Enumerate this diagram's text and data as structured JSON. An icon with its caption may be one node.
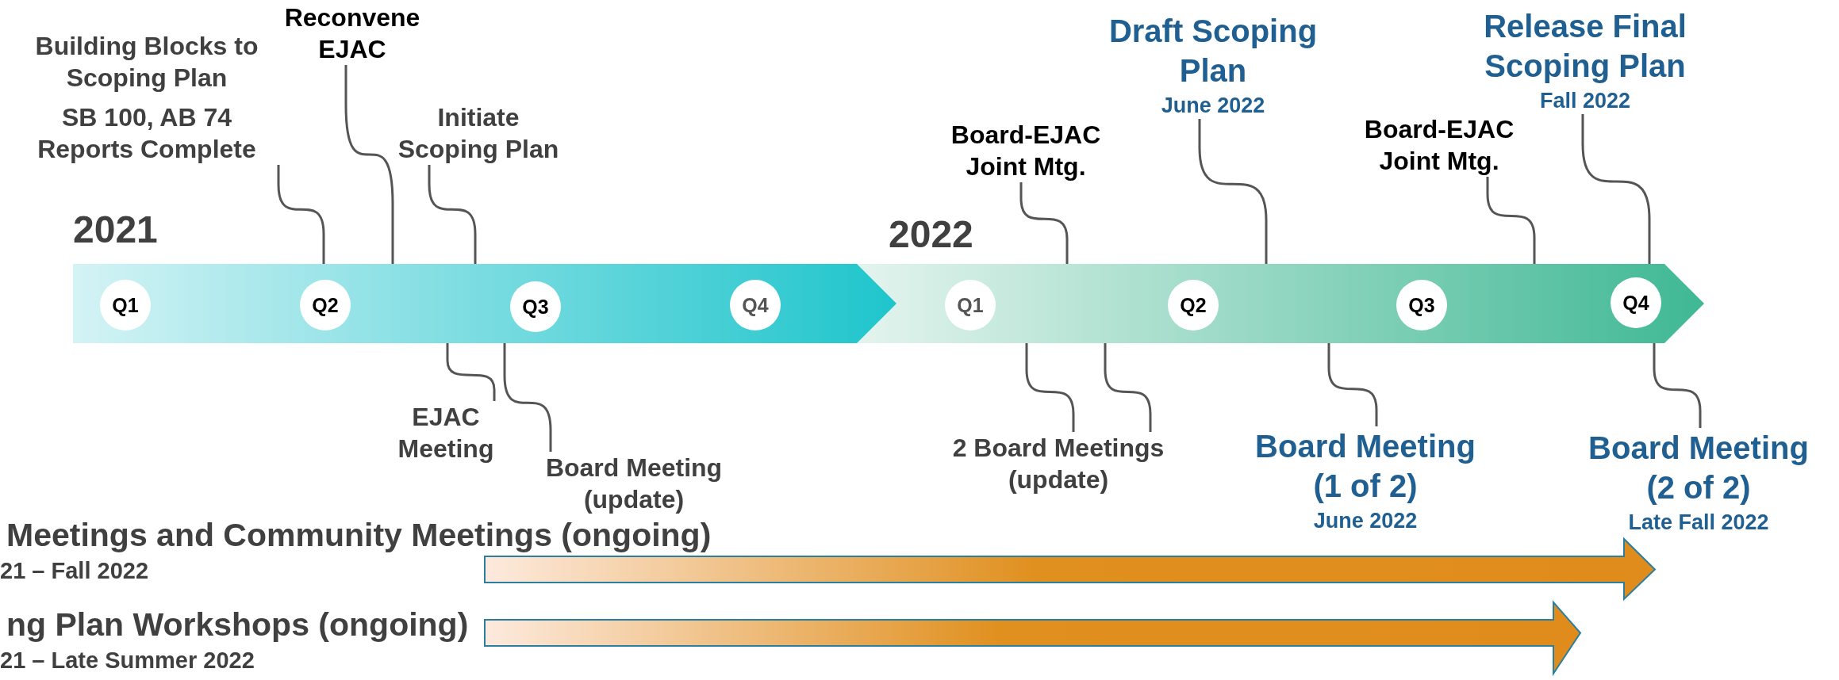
{
  "diagram": {
    "nodes": [
      {
        "text": [
          "2021"
        ]
      },
      {
        "text": [
          "Q1"
        ],
        "in": 0
      },
      {
        "text": [
          "Q2"
        ],
        "in": 0
      },
      {
        "text": [
          "Q3"
        ],
        "in": 0
      },
      {
        "text": [
          "Q4"
        ],
        "in": 0
      },
      {
        "text": [
          "2022"
        ]
      },
      {
        "text": [
          "Q1"
        ],
        "in": 5
      },
      {
        "text": [
          "Q2"
        ],
        "in": 5
      },
      {
        "text": [
          "Q3"
        ],
        "in": 5
      },
      {
        "text": [
          "Q4"
        ],
        "in": 5
      },
      {
        "text": [
          "Building Blocks to Scoping Plan",
          "SB 100, AB 74 Reports Complete"
        ]
      },
      {
        "text": [
          "Reconvene EJAC"
        ]
      },
      {
        "text": [
          "Initiate Scoping Plan"
        ]
      },
      {
        "text": [
          "EJAC Meeting"
        ]
      },
      {
        "text": [
          "Board Meeting (update)"
        ]
      },
      {
        "text": [
          "Board-EJAC Joint Mtg."
        ]
      },
      {
        "text": [
          "Draft Scoping Plan",
          "June 2022"
        ]
      },
      {
        "text": [
          "Board-EJAC Joint Mtg."
        ]
      },
      {
        "text": [
          "Release Final Scoping Plan",
          "Fall 2022"
        ]
      },
      {
        "text": [
          "2 Board Meetings (update)"
        ]
      },
      {
        "text": [
          "Board Meeting (1 of 2)",
          "June 2022"
        ]
      },
      {
        "text": [
          "Board Meeting (2 of 2)",
          "Late Fall 2022"
        ]
      },
      {
        "text": [
          "Meetings and Community Meetings (ongoing)",
          "21 – Fall 2022"
        ]
      },
      {
        "text": [
          "ng Plan Workshops (ongoing)",
          "21 – Late Summer 2022"
        ]
      }
    ],
    "edges": [
      {
        "from": 10,
        "to": 0,
        "arrow": "none"
      },
      {
        "from": 11,
        "to": 0,
        "arrow": "none"
      },
      {
        "from": 12,
        "to": 0,
        "arrow": "none"
      },
      {
        "from": 13,
        "to": 0,
        "arrow": "none"
      },
      {
        "from": 14,
        "to": 0,
        "arrow": "none"
      },
      {
        "from": 15,
        "to": 5,
        "arrow": "none"
      },
      {
        "from": 16,
        "to": 5,
        "arrow": "none"
      },
      {
        "from": 17,
        "to": 5,
        "arrow": "none"
      },
      {
        "from": 18,
        "to": 5,
        "arrow": "none"
      },
      {
        "from": 19,
        "to": 5,
        "arrow": "none"
      },
      {
        "from": 19,
        "to": 5,
        "arrow": "none"
      },
      {
        "from": 20,
        "to": 5,
        "arrow": "none"
      },
      {
        "from": 21,
        "to": 5,
        "arrow": "none"
      }
    ]
  }
}
